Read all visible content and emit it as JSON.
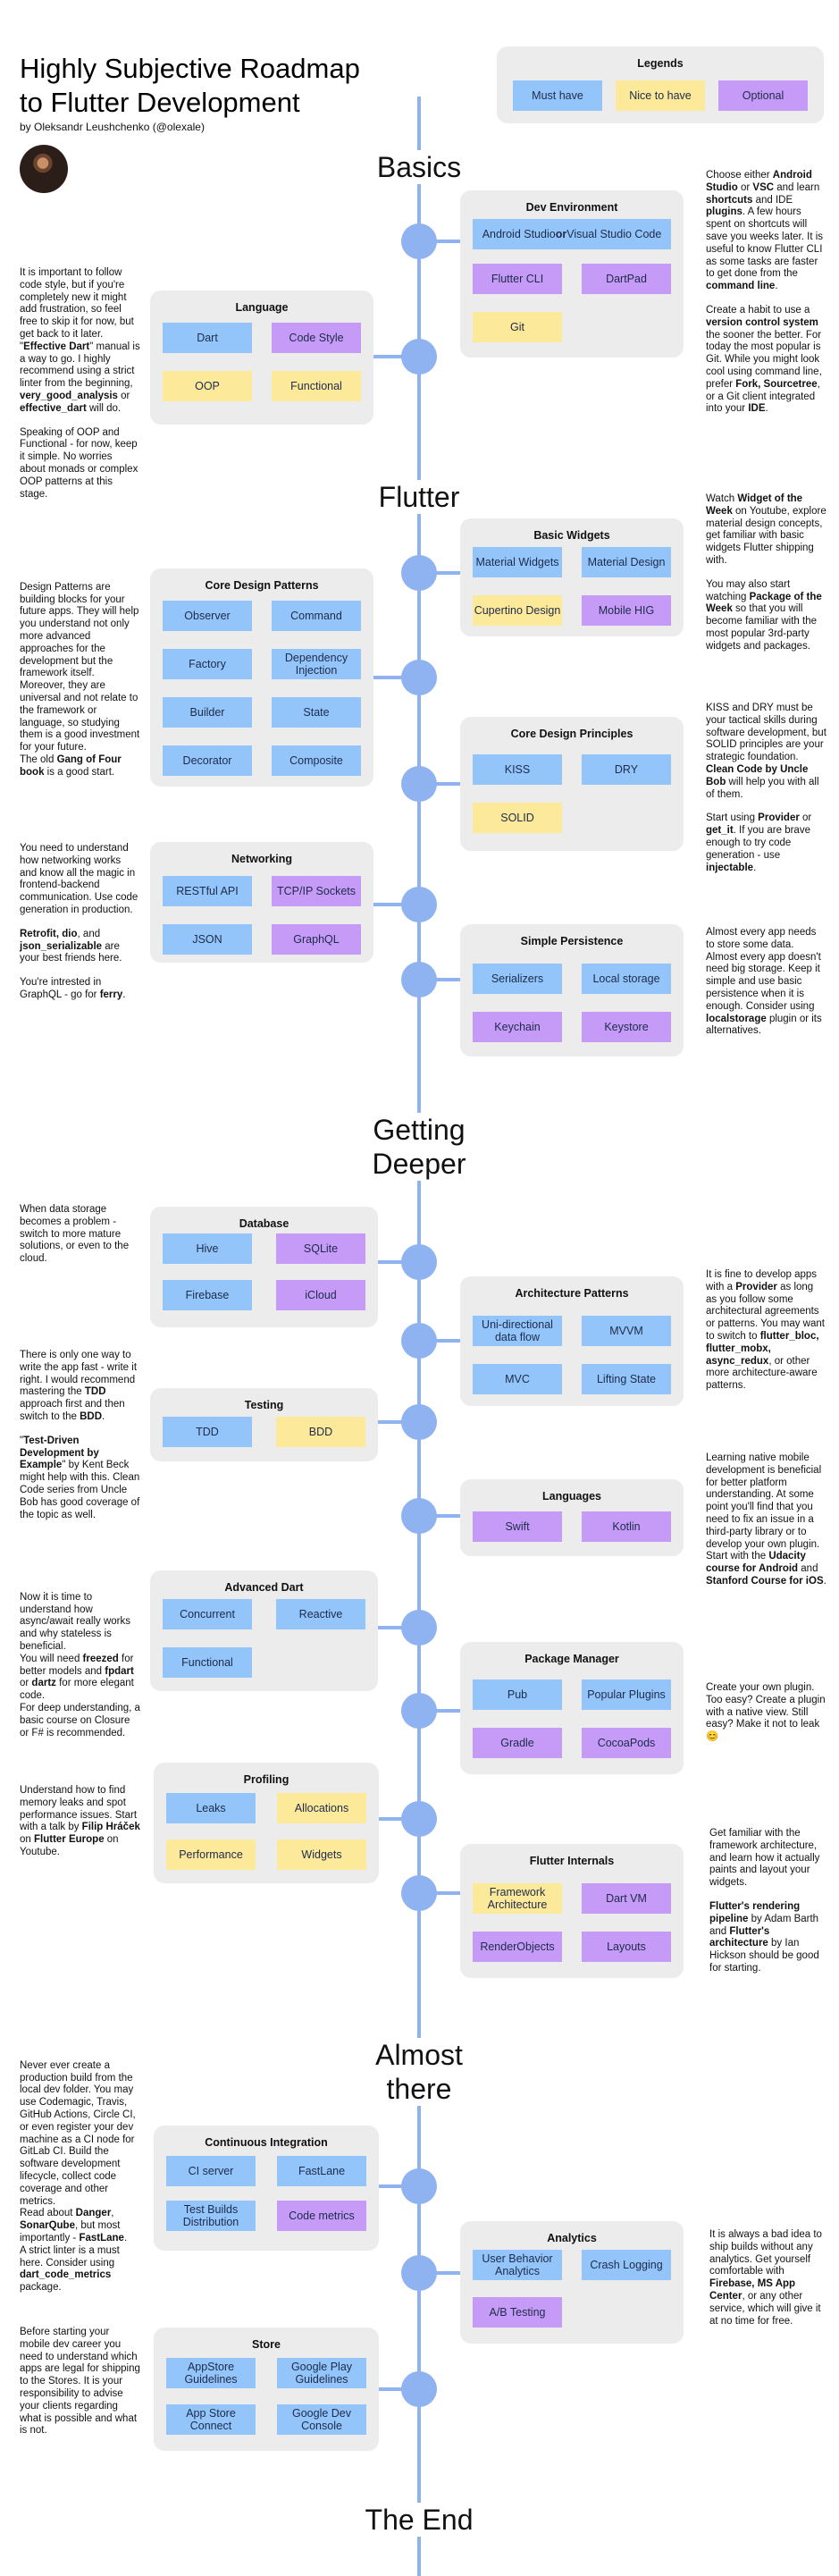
{
  "title": "Highly Subjective Roadmap\nto Flutter Development",
  "author": "by Oleksandr Leushchenko (@olexale)",
  "legends": {
    "title": "Legends",
    "must_have": "Must have",
    "nice_to_have": "Nice to have",
    "optional": "Optional"
  },
  "colors": {
    "must_have": "#93c5fb",
    "nice_to_have": "#fde99a",
    "optional": "#c59bf7",
    "axis": "#8fb2f0",
    "card": "#ececec"
  },
  "sections": {
    "basics": "Basics",
    "flutter": "Flutter",
    "getting_deeper": "Getting\nDeeper",
    "almost_there": "Almost\nthere",
    "the_end": "The End"
  },
  "cards": {
    "dev_environment": {
      "title": "Dev Environment",
      "wide": "Android Studio or Visual Studio Code",
      "chips": [
        "Flutter CLI",
        "DartPad",
        "Git"
      ]
    },
    "language": {
      "title": "Language",
      "chips": [
        "Dart",
        "Code Style",
        "OOP",
        "Functional"
      ]
    },
    "basic_widgets": {
      "title": "Basic Widgets",
      "chips": [
        "Material Widgets",
        "Material Design",
        "Cupertino Design",
        "Mobile HIG"
      ]
    },
    "core_design_patterns": {
      "title": "Core Design Patterns",
      "chips": [
        "Observer",
        "Command",
        "Factory",
        "Dependency Injection",
        "Builder",
        "State",
        "Decorator",
        "Composite"
      ]
    },
    "core_design_principles": {
      "title": "Core Design Principles",
      "chips": [
        "KISS",
        "DRY",
        "SOLID"
      ]
    },
    "networking": {
      "title": "Networking",
      "chips": [
        "RESTful API",
        "TCP/IP Sockets",
        "JSON",
        "GraphQL"
      ]
    },
    "simple_persistence": {
      "title": "Simple Persistence",
      "chips": [
        "Serializers",
        "Local storage",
        "Keychain",
        "Keystore"
      ]
    },
    "database": {
      "title": "Database",
      "chips": [
        "Hive",
        "SQLite",
        "Firebase",
        "iCloud"
      ]
    },
    "architecture_patterns": {
      "title": "Architecture Patterns",
      "chips": [
        "Uni-directional data flow",
        "MVVM",
        "MVC",
        "Lifting State"
      ]
    },
    "testing": {
      "title": "Testing",
      "chips": [
        "TDD",
        "BDD"
      ]
    },
    "languages": {
      "title": "Languages",
      "chips": [
        "Swift",
        "Kotlin"
      ]
    },
    "advanced_dart": {
      "title": "Advanced Dart",
      "chips": [
        "Concurrent",
        "Reactive",
        "Functional"
      ]
    },
    "package_manager": {
      "title": "Package Manager",
      "chips": [
        "Pub",
        "Popular Plugins",
        "Gradle",
        "CocoaPods"
      ]
    },
    "profiling": {
      "title": "Profiling",
      "chips": [
        "Leaks",
        "Allocations",
        "Performance",
        "Widgets"
      ]
    },
    "flutter_internals": {
      "title": "Flutter Internals",
      "chips": [
        "Framework Architecture",
        "Dart VM",
        "RenderObjects",
        "Layouts"
      ]
    },
    "continuous_integration": {
      "title": "Continuous Integration",
      "chips": [
        "CI server",
        "FastLane",
        "Test Builds Distribution",
        "Code metrics"
      ]
    },
    "analytics": {
      "title": "Analytics",
      "chips": [
        "User Behavior Analytics",
        "Crash Logging",
        "A/B Testing"
      ]
    },
    "store": {
      "title": "Store",
      "chips": [
        "AppStore Guidelines",
        "Google Play Guidelines",
        "App Store Connect",
        "Google Dev Console"
      ]
    }
  },
  "notes": {
    "dev_env": "Choose either <b>Android Studio</b> or <b>VSC</b> and learn <b>shortcuts</b> and IDE <b>plugins</b>. A few hours spent on shortcuts will save you weeks later. It is useful to know Flutter CLI as some tasks are faster to get done from the <b>command line</b>.",
    "git": "Create a habit to use a <b>version control system</b> the sooner the better. For today the most popular is Git. While you might look cool using command line, prefer <b>Fork, Sourcetree</b>, or a Git client integrated into your <b>IDE</b>.",
    "code_style": "It is important to follow code style, but if you're completely new it might add frustration, so feel free to skip it for now, but get back to it later. \"<b>Effective Dart</b>\" manual is a way to go. I highly recommend using a strict linter from the beginning, <b>very_good_analysis</b> or <b>effective_dart</b> will do.",
    "oop": "Speaking of OOP and Functional - for now, keep it simple. No worries about monads or complex OOP patterns at this stage.",
    "basic_widgets": "Watch <b>Widget of the Week</b> on Youtube, explore material design concepts, get familiar with basic widgets Flutter shipping with.",
    "packages": "You may also start watching <b>Package of the Week</b> so that you will become familiar with the most popular 3rd-party widgets and packages.",
    "patterns": "Design Patterns are building blocks for your future apps. They will help you understand not only more advanced approaches for the development but the framework itself. Moreover, they are universal and not relate to the framework or language, so studying them is a good investment for your future.\nThe old <b>Gang of Four book</b> is a good start.",
    "principles": "KISS and DRY must be your tactical skills during software development, but SOLID principles are your strategic foundation. <b>Clean Code by Uncle Bob</b> will help you with all of them.",
    "provider": "Start using <b>Provider</b> or <b>get_it</b>. If you are brave enough to try code generation - use <b>injectable</b>.",
    "networking": "You need to understand how networking works and know all the magic in frontend-backend communication. Use code generation in production.",
    "retrofit": "<b>Retrofit, dio</b>, and <b>json_serializable</b> are your best friends here.",
    "graphql": "You're intrested in GraphQL - go for <b>ferry</b>.",
    "persistence": "Almost every app needs to store some data. Almost every app doesn't need big storage. Keep it simple and use basic persistence when it is enough. Consider using <b>localstorage</b> plugin or its alternatives.",
    "database": "When data storage becomes a problem - switch to more mature solutions, or even to the cloud.",
    "architecture": "It is fine to develop apps with a <b>Provider</b> as long as you follow some architectural agreements or patterns. You may want to switch to <b>flutter_bloc, flutter_mobx, async_redux</b>, or other more architecture-aware patterns.",
    "testing": "There is only one way to write the app fast - write it right. I would recommend mastering the <b>TDD</b> approach first and then switch to the <b>BDD</b>.",
    "tdd_book": "\"<b>Test-Driven Development by Example</b>\" by Kent Beck might help with this. Clean Code series from Uncle Bob has good coverage of the topic as well.",
    "native": "Learning native mobile development is beneficial for better platform understanding. At some point you'll find that you need to fix an issue in a third-party library or to develop your own plugin. Start with the <b>Udacity course for Android</b> and <b>Stanford Course for iOS</b>.",
    "advanced_dart": "Now it is time to understand how async/await really works and why stateless is beneficial.\nYou will need <b>freezed</b> for better models and <b>fpdart</b> or <b>dartz</b> for more elegant code.\nFor deep understanding, a basic course on Closure or F# is recommended.",
    "plugin": "Create your own plugin. Too easy? Create a plugin with a native view. Still easy? Make it not to leak 😊",
    "profiling": "Understand how to find memory leaks and spot performance issues. Start with a talk by <b>Filip Hráček</b> on <b>Flutter Europe</b> on Youtube.",
    "internals": "Get familiar with the framework architecture, and learn how it actually paints and layout your widgets.",
    "rendering": "<b>Flutter's rendering pipeline</b> by Adam Barth and <b>Flutter's architecture</b> by Ian Hickson should be good for starting.",
    "ci": "Never ever create a production build from the local dev folder. You may use Codemagic, Travis, GitHub Actions, Circle CI, or even register your dev machine as a CI node for GitLab CI. Build the software development lifecycle, collect code coverage and other metrics.\nRead about <b>Danger</b>, <b>SonarQube</b>, but most importantly - <b>FastLane</b>.\nA strict linter is a must here. Consider using <b>dart_code_metrics</b> package.",
    "analytics": "It is always a bad idea to ship builds without any analytics. Get yourself comfortable with <b>Firebase, MS App Center</b>, or any other service, which will give it at no time for free.",
    "store": "Before starting your mobile dev career you need to understand which apps are legal for shipping to the Stores. It is your responsibility to advise your clients regarding what is possible and what is not."
  }
}
